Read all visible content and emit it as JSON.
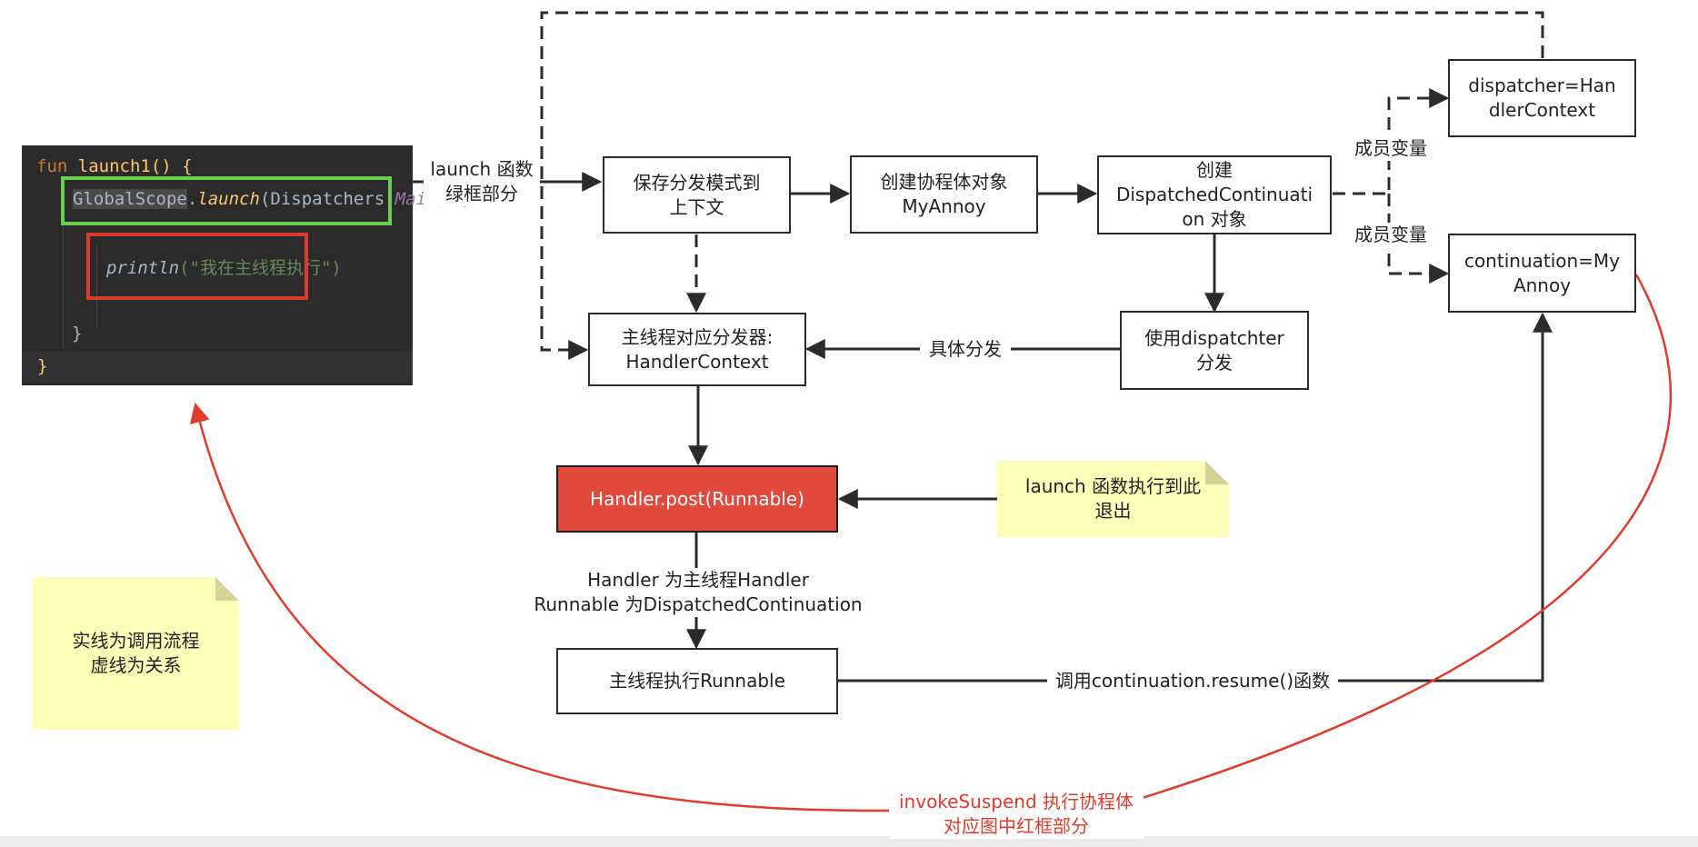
{
  "code_panel": {
    "line1_kw": "fun",
    "line1_fn": "launch1",
    "line1_rest": "() {",
    "line2_obj": "GlobalScope",
    "line2_dot": ".",
    "line2_fn": "launch",
    "line2_args_open": "(Dispatchers.",
    "line2_main": "Main",
    "line2_close": ") {",
    "line3_fn": "println",
    "line3_str": "(\"我在主线程执行\")",
    "line4": "}",
    "line5": "}"
  },
  "nodes": {
    "save_dispatch": "保存分发模式到\n上下文",
    "create_coroutine": "创建协程体对象\nMyAnnoy",
    "create_dispatched": "创建\nDispatchedContinuati\non 对象",
    "dispatcher_ctx": "dispatcher=Han\ndlerContext",
    "continuation": "continuation=My\nAnnoy",
    "main_dispatcher": "主线程对应分发器:\nHandlerContext",
    "use_dispatcher": "使用dispatchter\n分发",
    "handler_post": "Handler.post(Runnable)",
    "main_exec": "主线程执行Runnable"
  },
  "labels": {
    "launch_green": "launch 函数\n绿框部分",
    "member_var_1": "成员变量",
    "member_var_2": "成员变量",
    "concrete_dispatch": "具体分发",
    "handler_desc": "Handler 为主线程Handler\nRunnable 为DispatchedContinuation",
    "call_resume": "调用continuation.resume()函数",
    "invoke_suspend": "invokeSuspend 执行协程体\n对应图中红框部分"
  },
  "notes": {
    "launch_exit": "launch 函数执行到此\n退出",
    "legend": "实线为调用流程\n虚线为关系"
  },
  "colors": {
    "accent_red": "#e2493d",
    "note_yellow": "#fefeb9",
    "green_frame": "#69d04d",
    "red_frame": "#d93a2b"
  }
}
